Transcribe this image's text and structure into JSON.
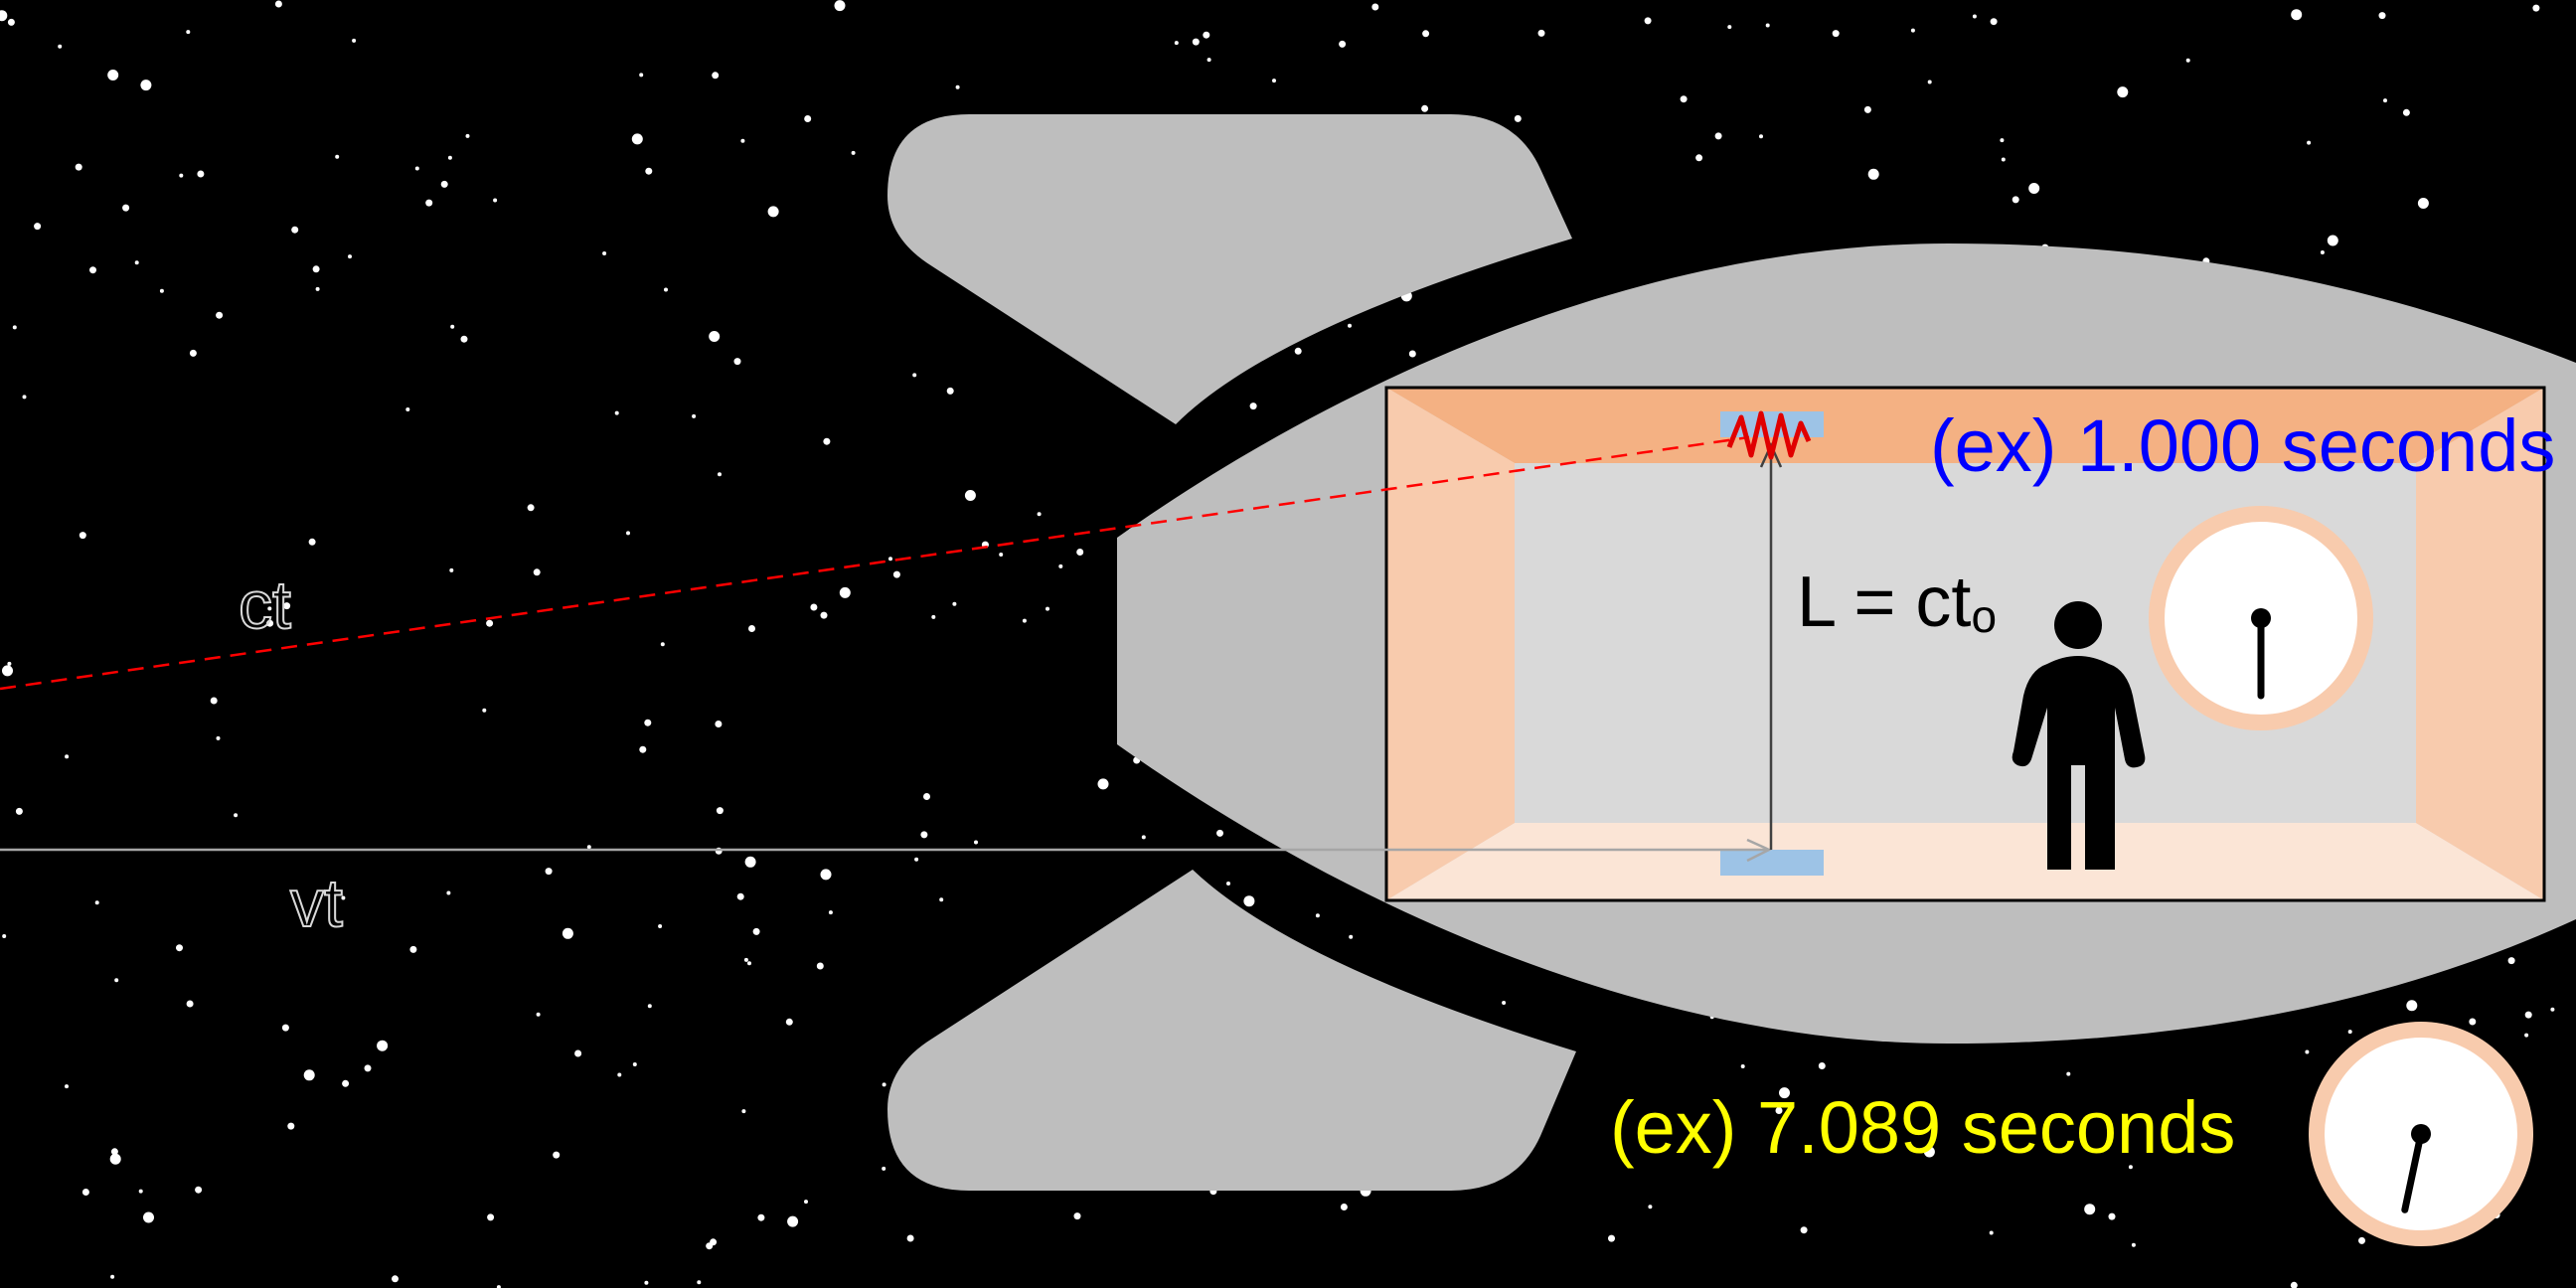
{
  "labels": {
    "light_path": "ct",
    "ship_path": "vt",
    "cabin_height": "L = ct",
    "cabin_height_subscript": "o",
    "ship_clock_time": "(ex) 1.000 seconds",
    "observer_clock_time": "(ex) 7.089 seconds"
  },
  "clocks": {
    "ship_clock_seconds": 1.0,
    "observer_clock_seconds": 7.089
  },
  "colors": {
    "space": "#000000",
    "hull": "#bebebe",
    "cabin_back_wall": "#d9d9d9",
    "cabin_ceiling": "#f4b183",
    "cabin_side_wall": "#f8cbad",
    "cabin_floor": "#fbe5d6",
    "mirror": "#9dc3e6",
    "light_ray": "#ff0000",
    "ship_time_text": "#0000ff",
    "observer_time_text": "#ffff00",
    "clock_rim": "#f8cbad",
    "clock_face": "#ffffff"
  },
  "icons": {
    "person": "person-silhouette-icon",
    "clock": "clock-icon",
    "photon": "photon-wave-icon"
  }
}
